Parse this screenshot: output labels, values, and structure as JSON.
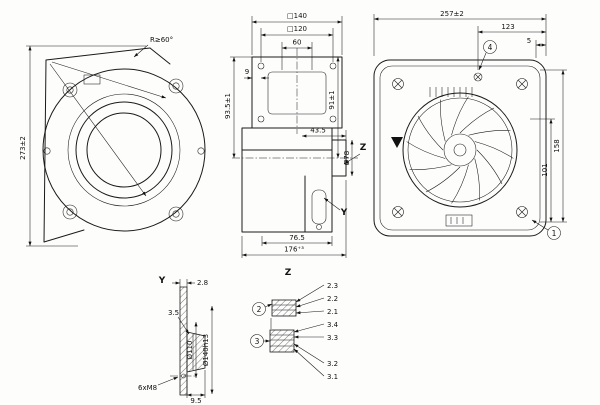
{
  "front_view": {
    "dim_height": "273±2",
    "note_radius": "R≥60°"
  },
  "side_view": {
    "dim_flange_outer": "□140",
    "dim_flange_inner": "□120",
    "dim_hole_pitch": "60",
    "dim_offset": "9",
    "dim_left_height": "93.5±1",
    "dim_right_height": "91±1",
    "dim_outlet_offset": "43.5",
    "dim_bore": "Ø78",
    "dim_outlet_width": "76.5",
    "dim_depth": "176⁺³",
    "arrow_z": "Z",
    "arrow_y": "Y"
  },
  "rear_view": {
    "dim_width": "257±2",
    "dim_w2": "123",
    "dim_w3": "5",
    "dim_h1": "158",
    "dim_h2": "101",
    "callout_screw": "4",
    "callout_terminal": "1"
  },
  "detail_y": {
    "label": "Y",
    "dim_t1": "2.8",
    "dim_t2": "3.5",
    "dim_d1": "Ø110",
    "dim_d2": "Ø140h13",
    "thread_note": "6xM8",
    "dim_w": "9.5"
  },
  "detail_z": {
    "label": "Z",
    "callout_2": "2",
    "callout_3": "3",
    "layers_2": [
      "2.3",
      "2.2",
      "2.1"
    ],
    "layers_3": [
      "3.4",
      "3.3",
      "3.2",
      "3.1"
    ]
  }
}
